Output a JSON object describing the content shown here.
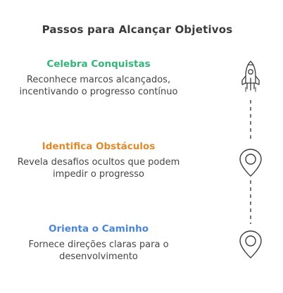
{
  "title": "Passos para Alcançar Objetivos",
  "steps": [
    {
      "title": "Celebra Conquistas",
      "description": "Reconhece marcos alcançados, incentivando o progresso contínuo",
      "color": "#33b57a",
      "icon": "rocket-icon"
    },
    {
      "title": "Identifica Obstáculos",
      "description": "Revela desafios ocultos que podem impedir o progresso",
      "color": "#e08a2a",
      "icon": "map-pin-icon"
    },
    {
      "title": "Orienta o Caminho",
      "description": "Fornece direções claras para o desenvolvimento",
      "color": "#4a86d8",
      "icon": "map-pin-icon"
    }
  ]
}
